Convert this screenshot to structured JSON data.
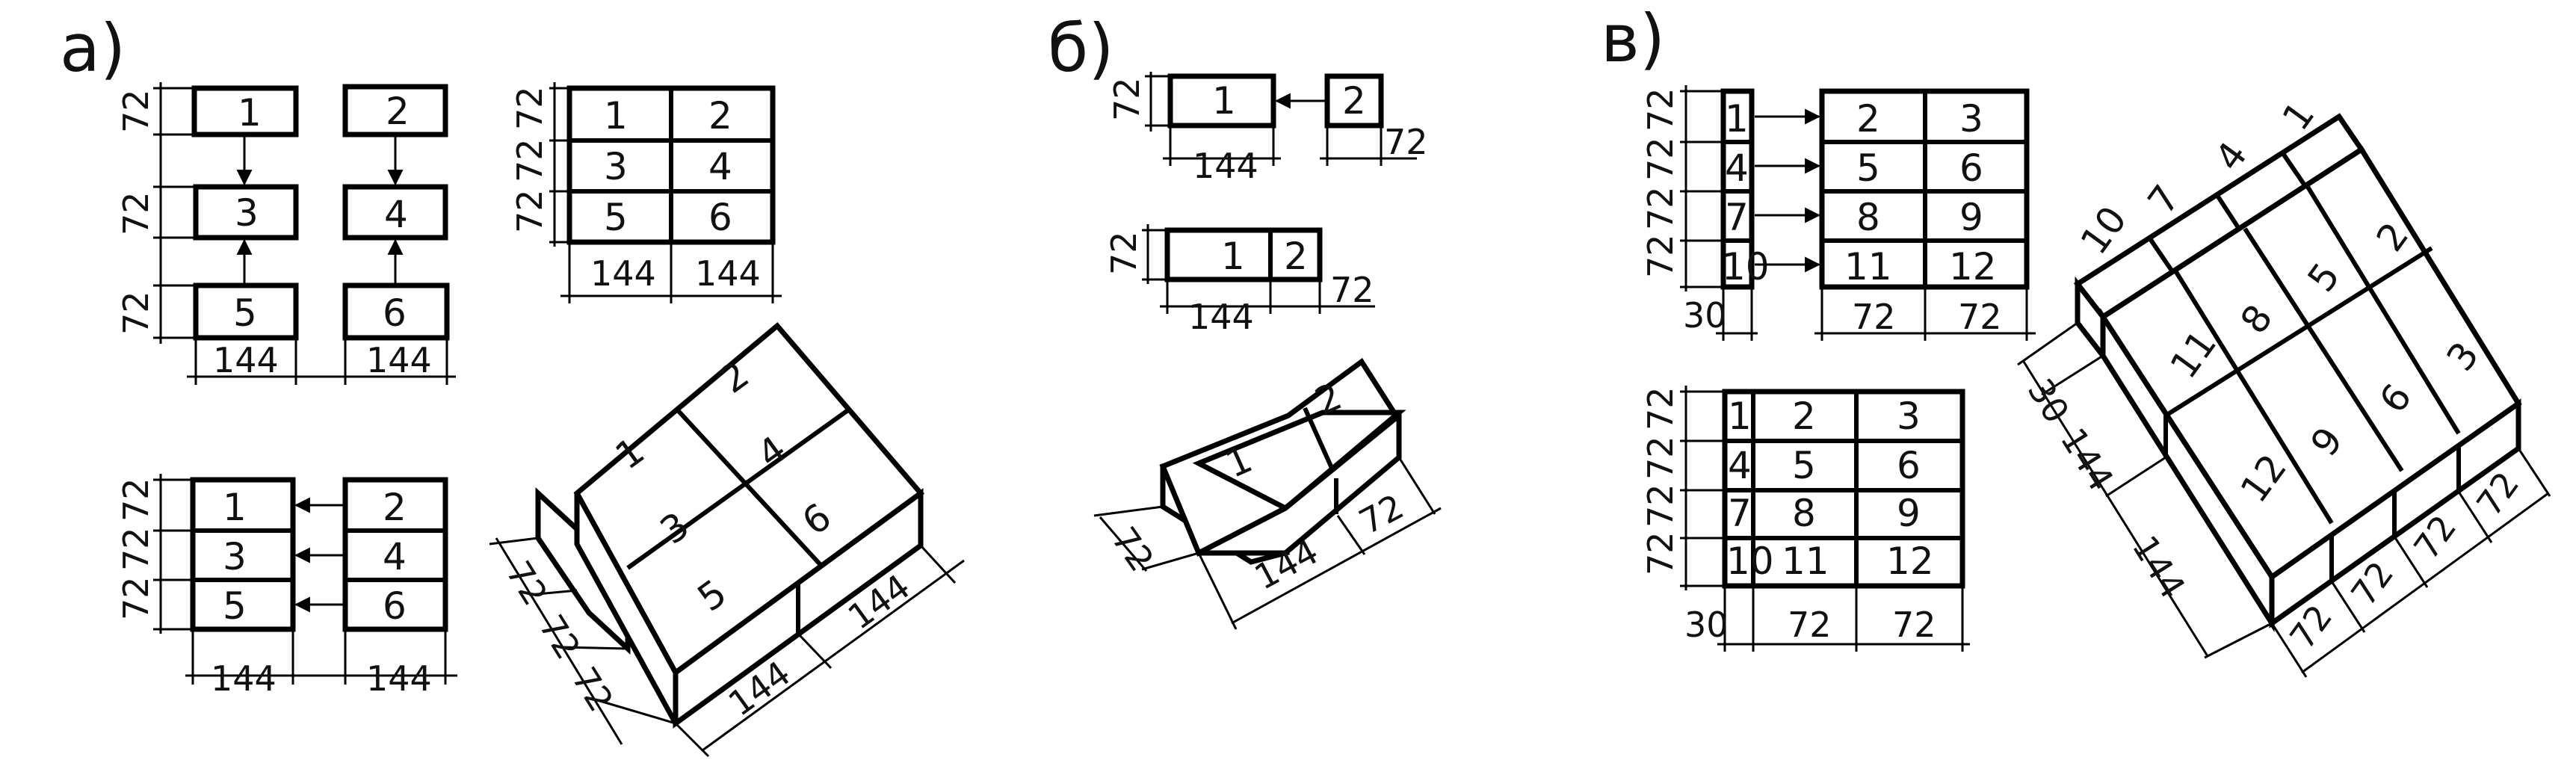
{
  "panels": {
    "a": {
      "label": "а)",
      "blocks": [
        "1",
        "2",
        "3",
        "4",
        "5",
        "6"
      ],
      "dims": {
        "module": "72",
        "length": "144"
      }
    },
    "b": {
      "label": "б)",
      "blocks": [
        "1",
        "2"
      ],
      "dims": {
        "module": "72",
        "length": "144"
      }
    },
    "v": {
      "label": "в)",
      "blocks": [
        "1",
        "2",
        "3",
        "4",
        "5",
        "6",
        "7",
        "8",
        "9",
        "10",
        "11",
        "12"
      ],
      "dims": {
        "module": "72",
        "length": "144",
        "small": "30"
      }
    }
  },
  "colors": {
    "stroke": "#000000",
    "background": "#ffffff"
  }
}
